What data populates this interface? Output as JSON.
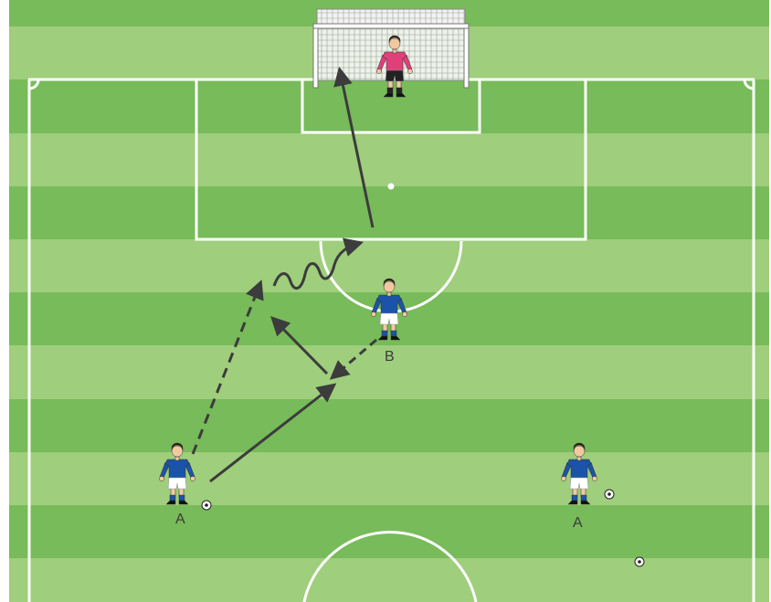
{
  "diagram": {
    "colors": {
      "grass_light": "#9fce7c",
      "grass_dark": "#78bb5a",
      "lines": "#ffffff",
      "arrows": "#3c3c3c",
      "outfield_shirt": "#1b53a8",
      "outfield_shorts": "#ffffff",
      "keeper_shirt": "#e0407a",
      "keeper_shorts": "#222222"
    },
    "players": [
      {
        "id": "player-a-left",
        "label": "A",
        "role": "outfield"
      },
      {
        "id": "player-b",
        "label": "B",
        "role": "outfield"
      },
      {
        "id": "player-a-right",
        "label": "A",
        "role": "outfield"
      },
      {
        "id": "goalkeeper",
        "label": "",
        "role": "goalkeeper"
      }
    ],
    "balls": [
      "ball-near-a-left",
      "ball-near-a-right",
      "ball-bottom-right"
    ],
    "movements": [
      {
        "id": "pass-a-to-b",
        "style": "solid-arrow"
      },
      {
        "id": "return-pass-b",
        "style": "solid-arrow"
      },
      {
        "id": "run-a-forward",
        "style": "dashed-arrow"
      },
      {
        "id": "dribble-b",
        "style": "dashed-line"
      },
      {
        "id": "dribble-wavy",
        "style": "wavy-arrow"
      },
      {
        "id": "shot-on-goal",
        "style": "solid-arrow"
      }
    ]
  }
}
